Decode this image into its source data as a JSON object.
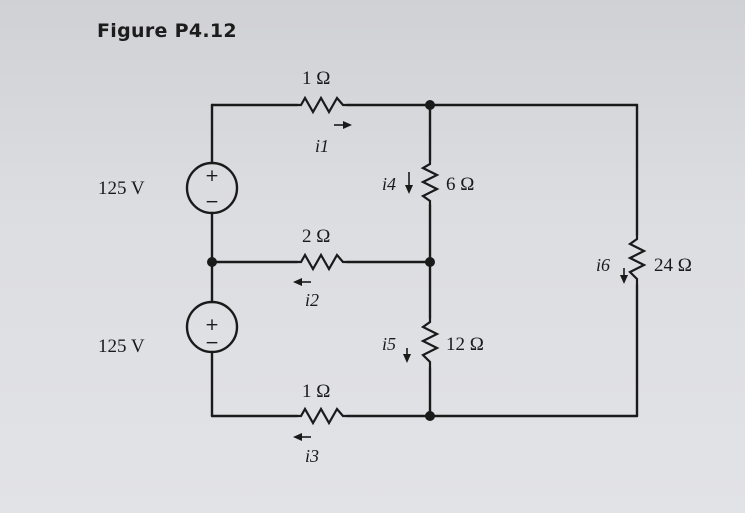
{
  "figure": {
    "title": "Figure P4.12"
  },
  "sources": [
    {
      "label": "125 V",
      "plus": "+",
      "minus": "−"
    },
    {
      "label": "125 V",
      "plus": "+",
      "minus": "−"
    }
  ],
  "resistors": {
    "r_top": "1 Ω",
    "r_mid": "2 Ω",
    "r_bot": "1 Ω",
    "r_6": "6 Ω",
    "r_12": "12 Ω",
    "r_24": "24 Ω"
  },
  "currents": {
    "i1": "i1",
    "i2": "i2",
    "i3": "i3",
    "i4": "i4",
    "i5": "i5",
    "i6": "i6"
  }
}
